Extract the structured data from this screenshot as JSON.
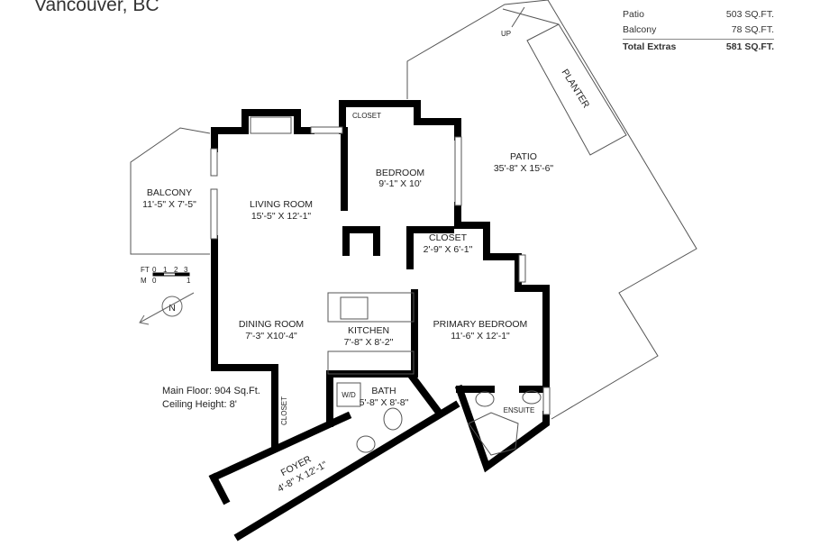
{
  "header": {
    "title": "Vancouver, BC"
  },
  "extras": {
    "rows": [
      {
        "label": "Patio",
        "value": "503 SQ.FT."
      },
      {
        "label": "Balcony",
        "value": "78 SQ.FT."
      }
    ],
    "total": {
      "label": "Total Extras",
      "value": "581 SQ.FT."
    }
  },
  "floor_info": {
    "main_floor": "Main Floor: 904 Sq.Ft.",
    "ceiling": "Ceiling Height: 8'"
  },
  "scale": {
    "ft": "FT",
    "m": "M",
    "ft_ticks": [
      "0",
      "1",
      "2",
      "3"
    ],
    "m_ticks": [
      "0",
      "1"
    ],
    "north": "N"
  },
  "rooms": {
    "balcony": {
      "name": "BALCONY",
      "dims": "11'-5\" X 7'-5\""
    },
    "living": {
      "name": "LIVING ROOM",
      "dims": "15'-5\" X 12'-1\""
    },
    "bedroom": {
      "name": "BEDROOM",
      "dims": "9'-1\" X 10'"
    },
    "bedroom_closet": {
      "name": "CLOSET"
    },
    "patio": {
      "name": "PATIO",
      "dims": "35'-8\" X 15'-6\""
    },
    "planter": {
      "name": "PLANTER"
    },
    "up": {
      "name": "UP"
    },
    "closet": {
      "name": "CLOSET",
      "dims": "2'-9\" X 6'-1\""
    },
    "dining": {
      "name": "DINING ROOM",
      "dims": "7'-3\" X10'-4\""
    },
    "kitchen": {
      "name": "KITCHEN",
      "dims": "7'-8\" X 8'-2\""
    },
    "primary": {
      "name": "PRIMARY BEDROOM",
      "dims": "11'-6\" X 12'-1\""
    },
    "bath": {
      "name": "BATH",
      "dims": "5'-8\" X 8'-8\""
    },
    "wd": {
      "name": "W/D"
    },
    "ensuite": {
      "name": "ENSUITE"
    },
    "foyer_closet": {
      "name": "CLOSET"
    },
    "foyer": {
      "name": "FOYER",
      "dims": "4'-8\" X 12'-1\""
    }
  }
}
